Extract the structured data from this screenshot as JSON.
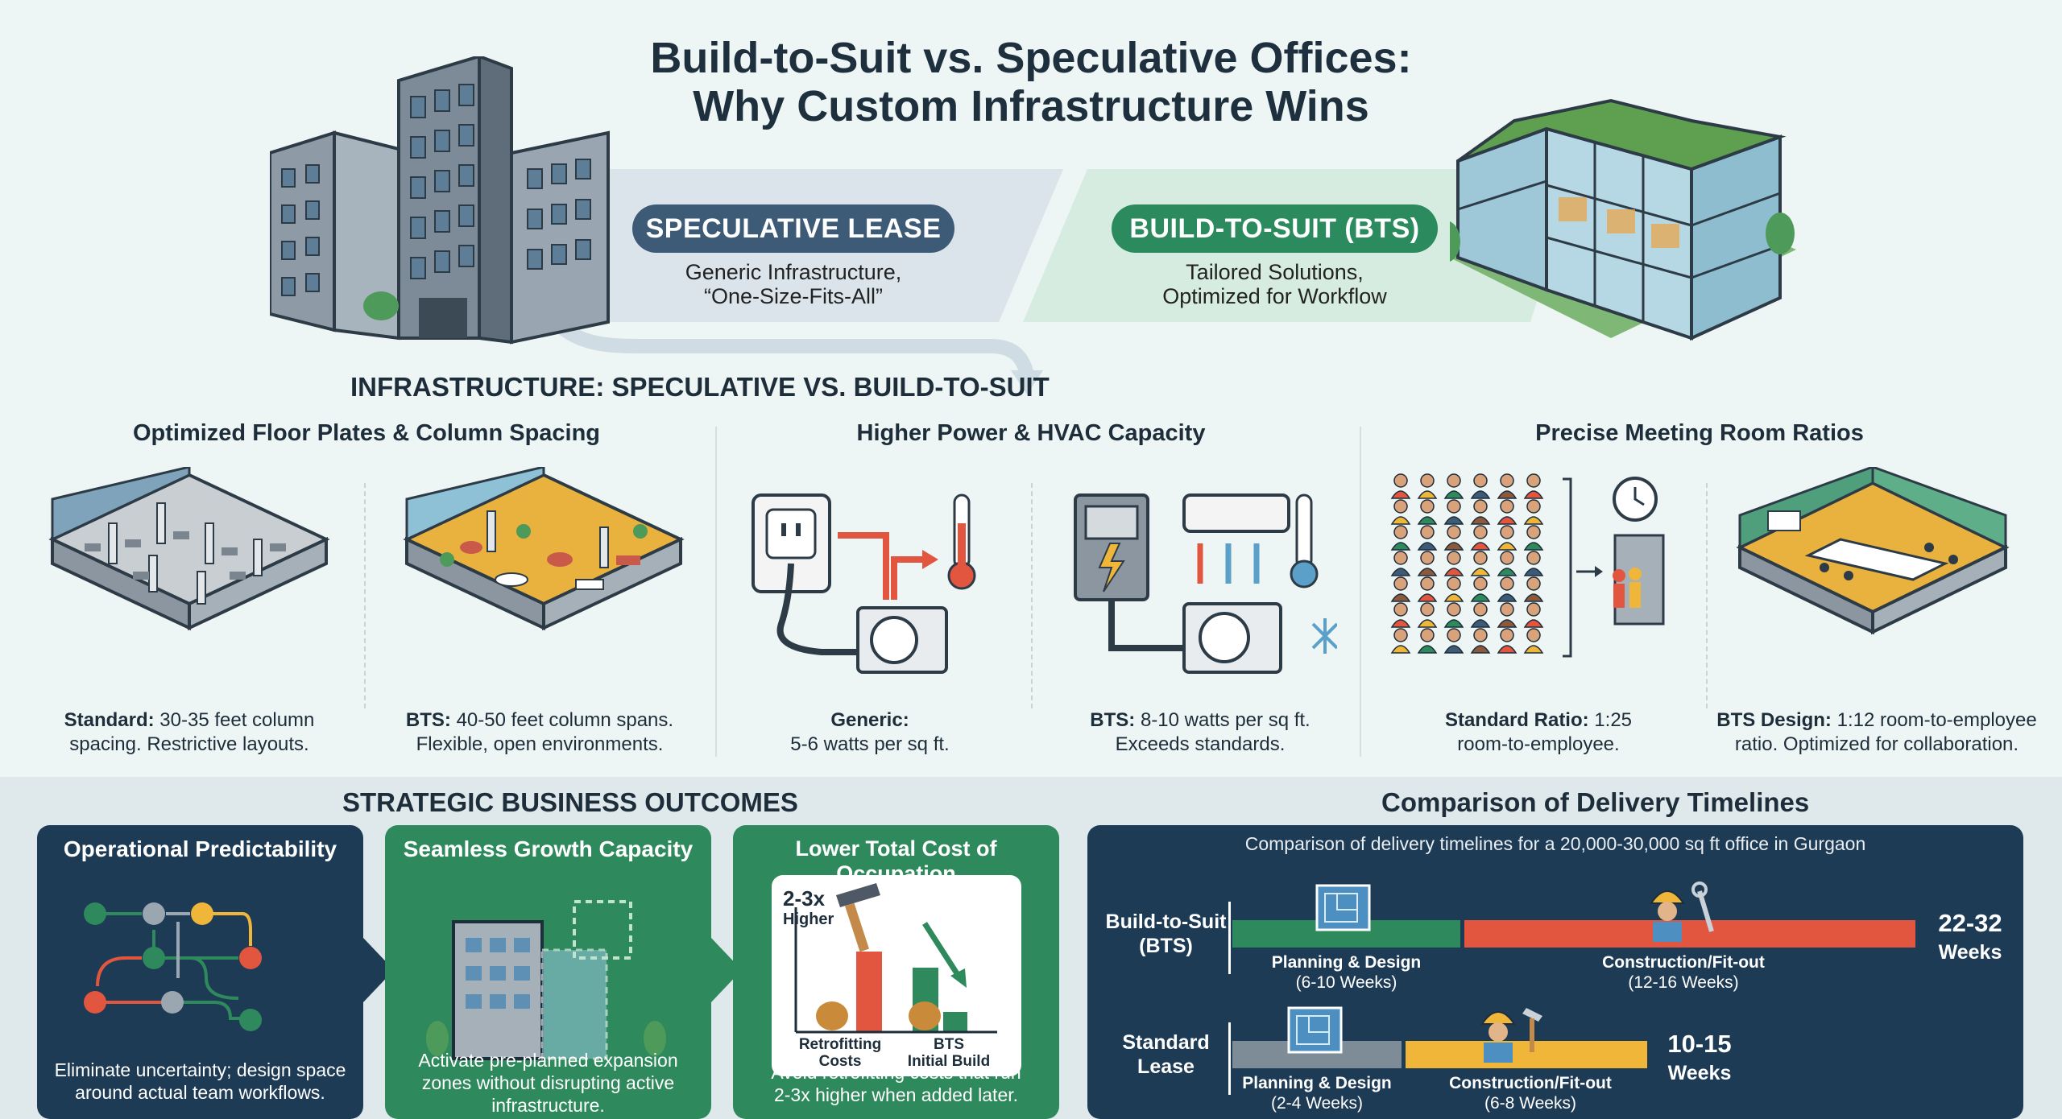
{
  "header": {
    "title_line1": "Build-to-Suit vs. Speculative Offices:",
    "title_line2": "Why Custom Infrastructure Wins"
  },
  "spec": {
    "pill": "SPECULATIVE LEASE",
    "sub_line1": "Generic Infrastructure,",
    "sub_line2": "“One-Size-Fits-All”"
  },
  "bts": {
    "pill": "BUILD-TO-SUIT (BTS)",
    "sub_line1": "Tailored Solutions,",
    "sub_line2": "Optimized for Workflow"
  },
  "infrastructure": {
    "heading": "INFRASTRUCTURE: SPECULATIVE VS. BUILD-TO-SUIT",
    "columns": [
      {
        "title": "Optimized Floor Plates & Column Spacing",
        "left": {
          "label": "Standard:",
          "line1": " 30-35 feet column",
          "line2": "spacing. Restrictive layouts."
        },
        "right": {
          "label": "BTS:",
          "line1": " 40-50 feet column spans.",
          "line2": "Flexible, open environments."
        }
      },
      {
        "title": "Higher Power & HVAC Capacity",
        "left": {
          "label": "Generic:",
          "line1": "",
          "line2": "5-6 watts per sq ft."
        },
        "right": {
          "label": "BTS:",
          "line1": " 8-10 watts per sq ft.",
          "line2": "Exceeds standards."
        }
      },
      {
        "title": "Precise Meeting Room Ratios",
        "left": {
          "label": "Standard Ratio:",
          "line1": " 1:25",
          "line2": "room-to-employee."
        },
        "right": {
          "label": "BTS Design:",
          "line1": " 1:12 room-to-employee",
          "line2": "ratio. Optimized for collaboration."
        }
      }
    ]
  },
  "outcomes": {
    "heading": "STRATEGIC BUSINESS OUTCOMES",
    "cards": [
      {
        "title": "Operational Predictability",
        "line1": "Eliminate uncertainty; design space",
        "line2": "around actual team workflows.",
        "line3": ""
      },
      {
        "title": "Seamless Growth Capacity",
        "line1": "Activate pre-planned expansion",
        "line2": "zones without disrupting active",
        "line3": "infrastructure."
      },
      {
        "title": "Lower Total Cost of Occupation",
        "line1": "Avoid retrofitting costs that run",
        "line2": "2-3x higher when added later.",
        "line3": ""
      }
    ],
    "cost_chart": {
      "badge_line1": "2-3x",
      "badge_line2": "Higher",
      "bars": [
        {
          "label_line1": "Retrofitting",
          "label_line2": "Costs"
        },
        {
          "label_line1": "BTS",
          "label_line2": "Initial Build"
        }
      ]
    }
  },
  "timeline": {
    "heading": "Comparison of Delivery Timelines",
    "subtitle": "Comparison of delivery timelines for a 20,000-30,000 sq ft office in Gurgaon",
    "rows": [
      {
        "label_line1": "Build-to-Suit",
        "label_line2": "(BTS)",
        "phase1": {
          "line1": "Planning & Design",
          "line2": "(6-10 Weeks)"
        },
        "phase2": {
          "line1": "Construction/Fit-out",
          "line2": "(12-16 Weeks)"
        },
        "total_line1": "22-32",
        "total_line2": "Weeks"
      },
      {
        "label_line1": "Standard",
        "label_line2": "Lease",
        "phase1": {
          "line1": "Planning & Design",
          "line2": "(2-4 Weeks)"
        },
        "phase2": {
          "line1": "Construction/Fit-out",
          "line2": "(6-8 Weeks)"
        },
        "total_line1": "10-15",
        "total_line2": "Weeks"
      }
    ]
  },
  "colors": {
    "navy": "#1e3b56",
    "green": "#2e8a5c",
    "red": "#e2553f",
    "yellow": "#efb63a",
    "gray": "#7d8c97"
  }
}
